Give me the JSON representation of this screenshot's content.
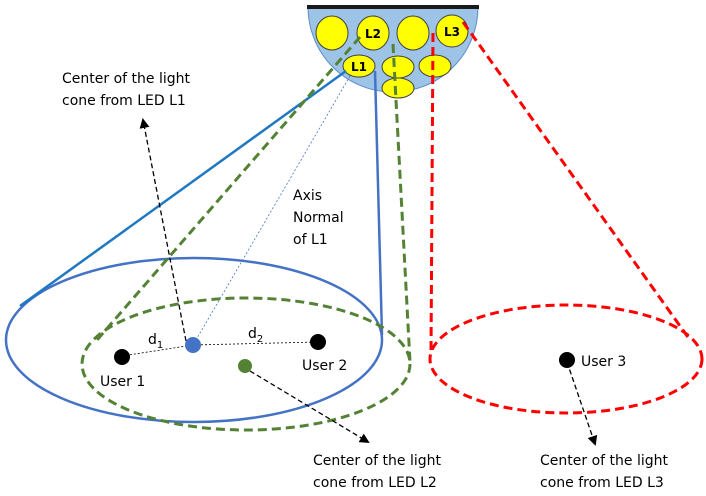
{
  "colors": {
    "fixture_fill": "#9dc3e6",
    "fixture_stroke": "#5b8ec9",
    "fixture_top": "#1a1a1a",
    "led_fill": "#ffff00",
    "led_stroke": "#404040",
    "cone_l1": "#4472c4",
    "cone_l1_edge": "#1f78c1",
    "cone_l2": "#548235",
    "cone_l3": "#ff0000",
    "user": "#000000",
    "center_l1": "#4472c4",
    "center_l2": "#548235"
  },
  "leds": {
    "l1": "L1",
    "l2": "L2",
    "l3": "L3"
  },
  "labels": {
    "center_l1_line1": "Center of the light",
    "center_l1_line2": "cone from LED L1",
    "center_l2_line1": "Center of the light",
    "center_l2_line2": "cone from LED L2",
    "center_l3_line1": "Center of the light",
    "center_l3_line2": "cone from LED L3",
    "axis_line1": "Axis",
    "axis_line2": "Normal",
    "axis_line3": "of L1",
    "d1": "d",
    "d1_sub": "1",
    "d2": "d",
    "d2_sub": "2",
    "user1": "User 1",
    "user2": "User 2",
    "user3": "User 3"
  }
}
